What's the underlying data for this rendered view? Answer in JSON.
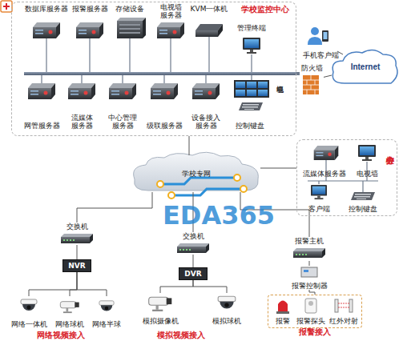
{
  "diagram": {
    "nodes": [
      {
        "text": [
          "学校监控中心"
        ]
      },
      {
        "text": [
          "数据库服务器"
        ],
        "in": 0
      },
      {
        "text": [
          "报警服务器"
        ],
        "in": 0
      },
      {
        "text": [
          "存储设备"
        ],
        "in": 0
      },
      {
        "text": [
          "电视墙 服务器"
        ],
        "in": 0
      },
      {
        "text": [
          "KVM一体机"
        ],
        "in": 0
      },
      {
        "text": [
          "管理终端"
        ],
        "in": 0
      },
      {
        "text": [
          "网管服务器"
        ],
        "in": 0
      },
      {
        "text": [
          "流媒体 服务器"
        ],
        "in": 0
      },
      {
        "text": [
          "中心管理 服务器"
        ],
        "in": 0
      },
      {
        "text": [
          "级联服务器"
        ],
        "in": 0
      },
      {
        "text": [
          "设备接入 服务器"
        ],
        "in": 0
      },
      {
        "text": [
          "控制键盘"
        ],
        "in": 0
      },
      {
        "text": [
          "电视墙"
        ],
        "in": 0
      },
      {
        "text": [
          "手机客户端"
        ]
      },
      {
        "text": [
          "Internet"
        ]
      },
      {
        "text": [
          "防火墙"
        ]
      },
      {
        "text": [
          "学校专网"
        ]
      },
      {
        "text": [
          "分控中心"
        ]
      },
      {
        "text": [
          "流媒体服务器"
        ],
        "in": 18
      },
      {
        "text": [
          "电视墙"
        ],
        "in": 18
      },
      {
        "text": [
          "客户端"
        ],
        "in": 18
      },
      {
        "text": [
          "控制键盘"
        ],
        "in": 18
      },
      {
        "text": [
          "交换机"
        ]
      },
      {
        "text": [
          "交换机"
        ]
      },
      {
        "text": [
          "报警主机"
        ]
      },
      {
        "text": [
          "NVR"
        ]
      },
      {
        "text": [
          "DVR"
        ]
      },
      {
        "text": [
          "报警控制器"
        ]
      },
      {
        "text": [
          "网络一体机"
        ]
      },
      {
        "text": [
          "网络球机"
        ]
      },
      {
        "text": [
          "网络半球"
        ]
      },
      {
        "text": [
          "模拟摄像机"
        ]
      },
      {
        "text": [
          "模拟球机"
        ]
      },
      {
        "text": [
          "报警接入"
        ]
      },
      {
        "text": [
          "报警"
        ],
        "in": 34
      },
      {
        "text": [
          "报警探头"
        ],
        "in": 34
      },
      {
        "text": [
          "红外对射"
        ],
        "in": 34
      }
    ],
    "edges": [
      {
        "from": 0,
        "to": 17,
        "arrow": "none"
      },
      {
        "from": 0,
        "to": 16,
        "arrow": "none"
      },
      {
        "from": 16,
        "to": 15,
        "arrow": "none"
      },
      {
        "from": 15,
        "to": 14,
        "arrow": "none"
      },
      {
        "from": 17,
        "to": 18,
        "arrow": "none"
      },
      {
        "from": 17,
        "to": 23,
        "arrow": "none"
      },
      {
        "from": 17,
        "to": 24,
        "arrow": "none"
      },
      {
        "from": 17,
        "to": 25,
        "arrow": "none"
      },
      {
        "from": 23,
        "to": 26,
        "arrow": "none"
      },
      {
        "from": 24,
        "to": 27,
        "arrow": "none"
      },
      {
        "from": 25,
        "to": 28,
        "arrow": "none"
      },
      {
        "from": 26,
        "to": 29,
        "arrow": "none"
      },
      {
        "from": 26,
        "to": 30,
        "arrow": "none"
      },
      {
        "from": 26,
        "to": 31,
        "arrow": "none"
      },
      {
        "from": 27,
        "to": 32,
        "arrow": "none"
      },
      {
        "from": 27,
        "to": 33,
        "arrow": "none"
      },
      {
        "from": 28,
        "to": 34,
        "arrow": "none"
      }
    ],
    "labels": [
      "网络视频接入",
      "模拟视频接入",
      "EDA365"
    ]
  }
}
